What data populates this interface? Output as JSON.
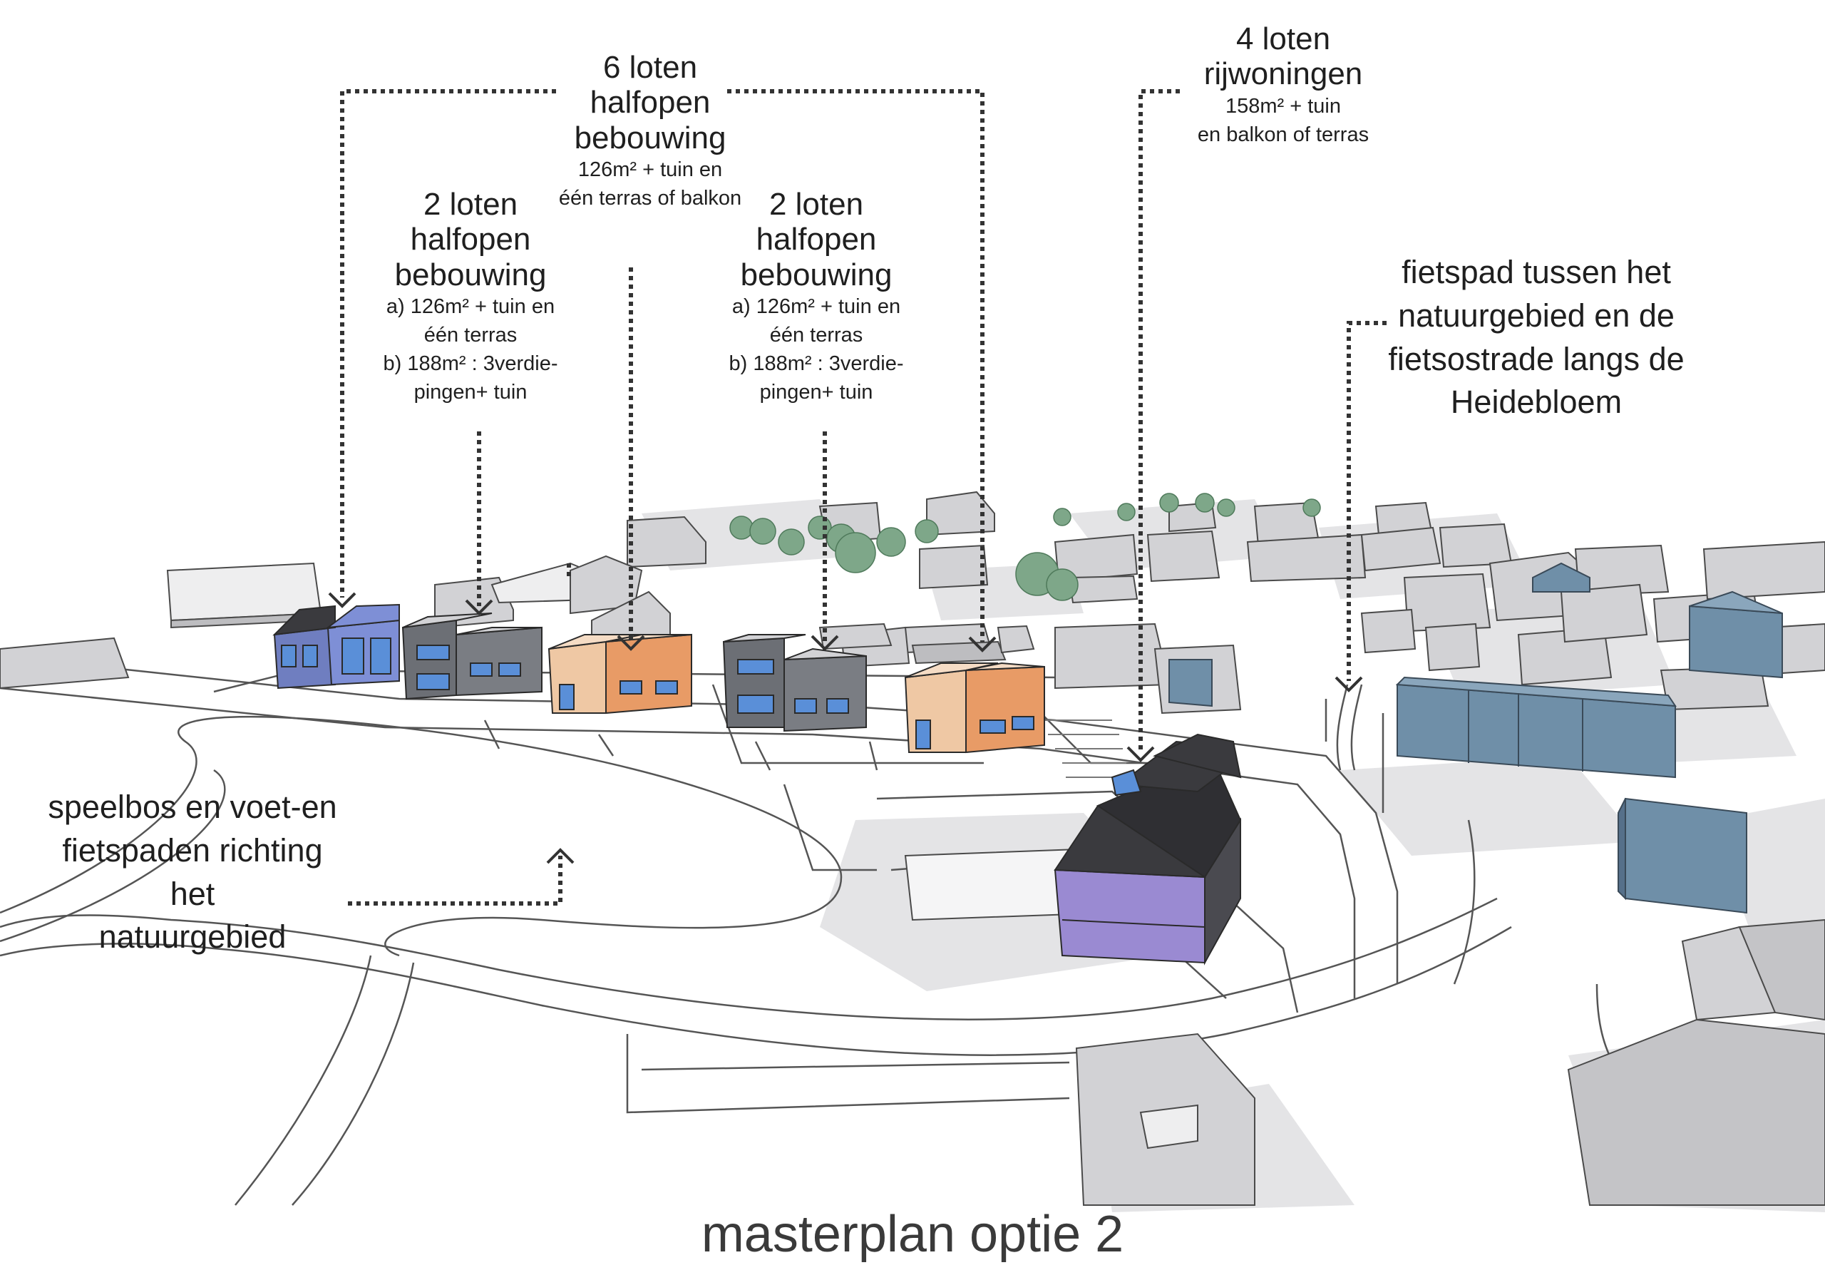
{
  "annotations": {
    "six_lots": {
      "title_lines": [
        "6 loten",
        "halfopen",
        "bebouwing"
      ],
      "detail_lines": [
        "126m² + tuin en",
        "één terras of balkon"
      ]
    },
    "two_lots_left": {
      "title_lines": [
        "2 loten",
        "halfopen",
        "bebouwing"
      ],
      "detail_lines": [
        "a) 126m² + tuin en",
        "één terras",
        "b) 188m² : 3verdie-",
        "pingen+ tuin"
      ]
    },
    "two_lots_right": {
      "title_lines": [
        "2 loten",
        "halfopen",
        "bebouwing"
      ],
      "detail_lines": [
        "a) 126m² + tuin en",
        "één terras",
        "b) 188m² : 3verdie-",
        "pingen+ tuin"
      ]
    },
    "four_lots": {
      "title_lines": [
        "4 loten",
        "rijwoningen"
      ],
      "detail_lines": [
        "158m² + tuin",
        "en balkon of terras"
      ]
    },
    "bike_path": {
      "lines": [
        "fietspad tussen het",
        "natuurgebied en de",
        "fietsostrade langs de",
        "Heidebloem"
      ]
    },
    "play_forest": {
      "lines": [
        "speelbos en voet-en",
        "fietspaden richting",
        "het",
        "natuurgebied"
      ]
    }
  },
  "caption": "masterplan optie 2",
  "colors": {
    "existing_building": "#d9d9dc",
    "existing_building_dark": "#a9a9ae",
    "blue_building": "#6f8fa8",
    "purple_facade": "#9a8ad2",
    "dark_roof": "#3a3a3e",
    "orange_facade": "#e89b66",
    "grey_house": "#6c6f75",
    "window_blue": "#5a8fd8",
    "tree": "#6f9f7a",
    "shadow": "#e3e3e5",
    "road_line": "#555555",
    "callout": "#333333"
  }
}
